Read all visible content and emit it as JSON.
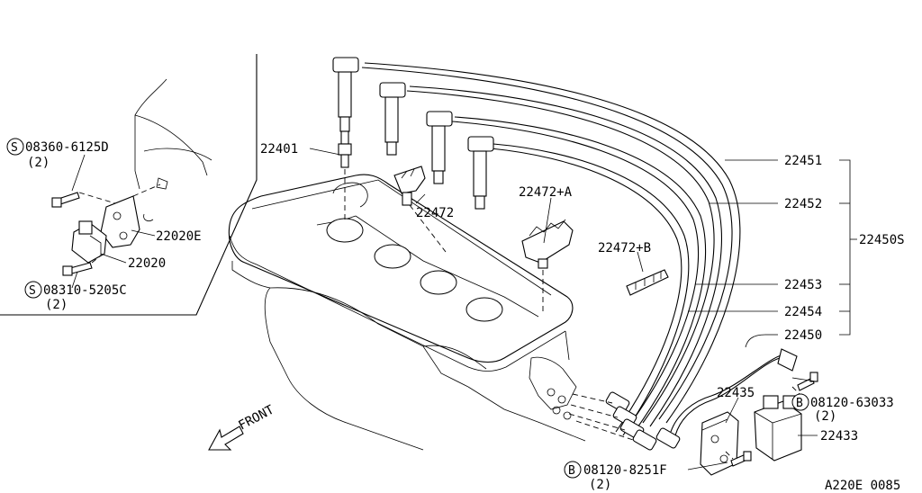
{
  "parts": {
    "p22401": "22401",
    "p22472": "22472",
    "p22472a": "22472+A",
    "p22472b": "22472+B",
    "p22451": "22451",
    "p22452": "22452",
    "p22453": "22453",
    "p22454": "22454",
    "p22450": "22450",
    "p22450s": "22450S",
    "p22435": "22435",
    "p22433": "22433",
    "p22020": "22020",
    "p22020e": "22020E"
  },
  "fasteners": {
    "s1_mark": "S",
    "s1_code": "08360-6125D",
    "s1_qty": "(2)",
    "s2_mark": "S",
    "s2_code": "08310-5205C",
    "s2_qty": "(2)",
    "b1_mark": "B",
    "b1_code": "08120-63033",
    "b1_qty": "(2)",
    "b2_mark": "B",
    "b2_code": "08120-8251F",
    "b2_qty": "(2)"
  },
  "direction_label": "FRONT",
  "diagram_code": "A220E 0085"
}
